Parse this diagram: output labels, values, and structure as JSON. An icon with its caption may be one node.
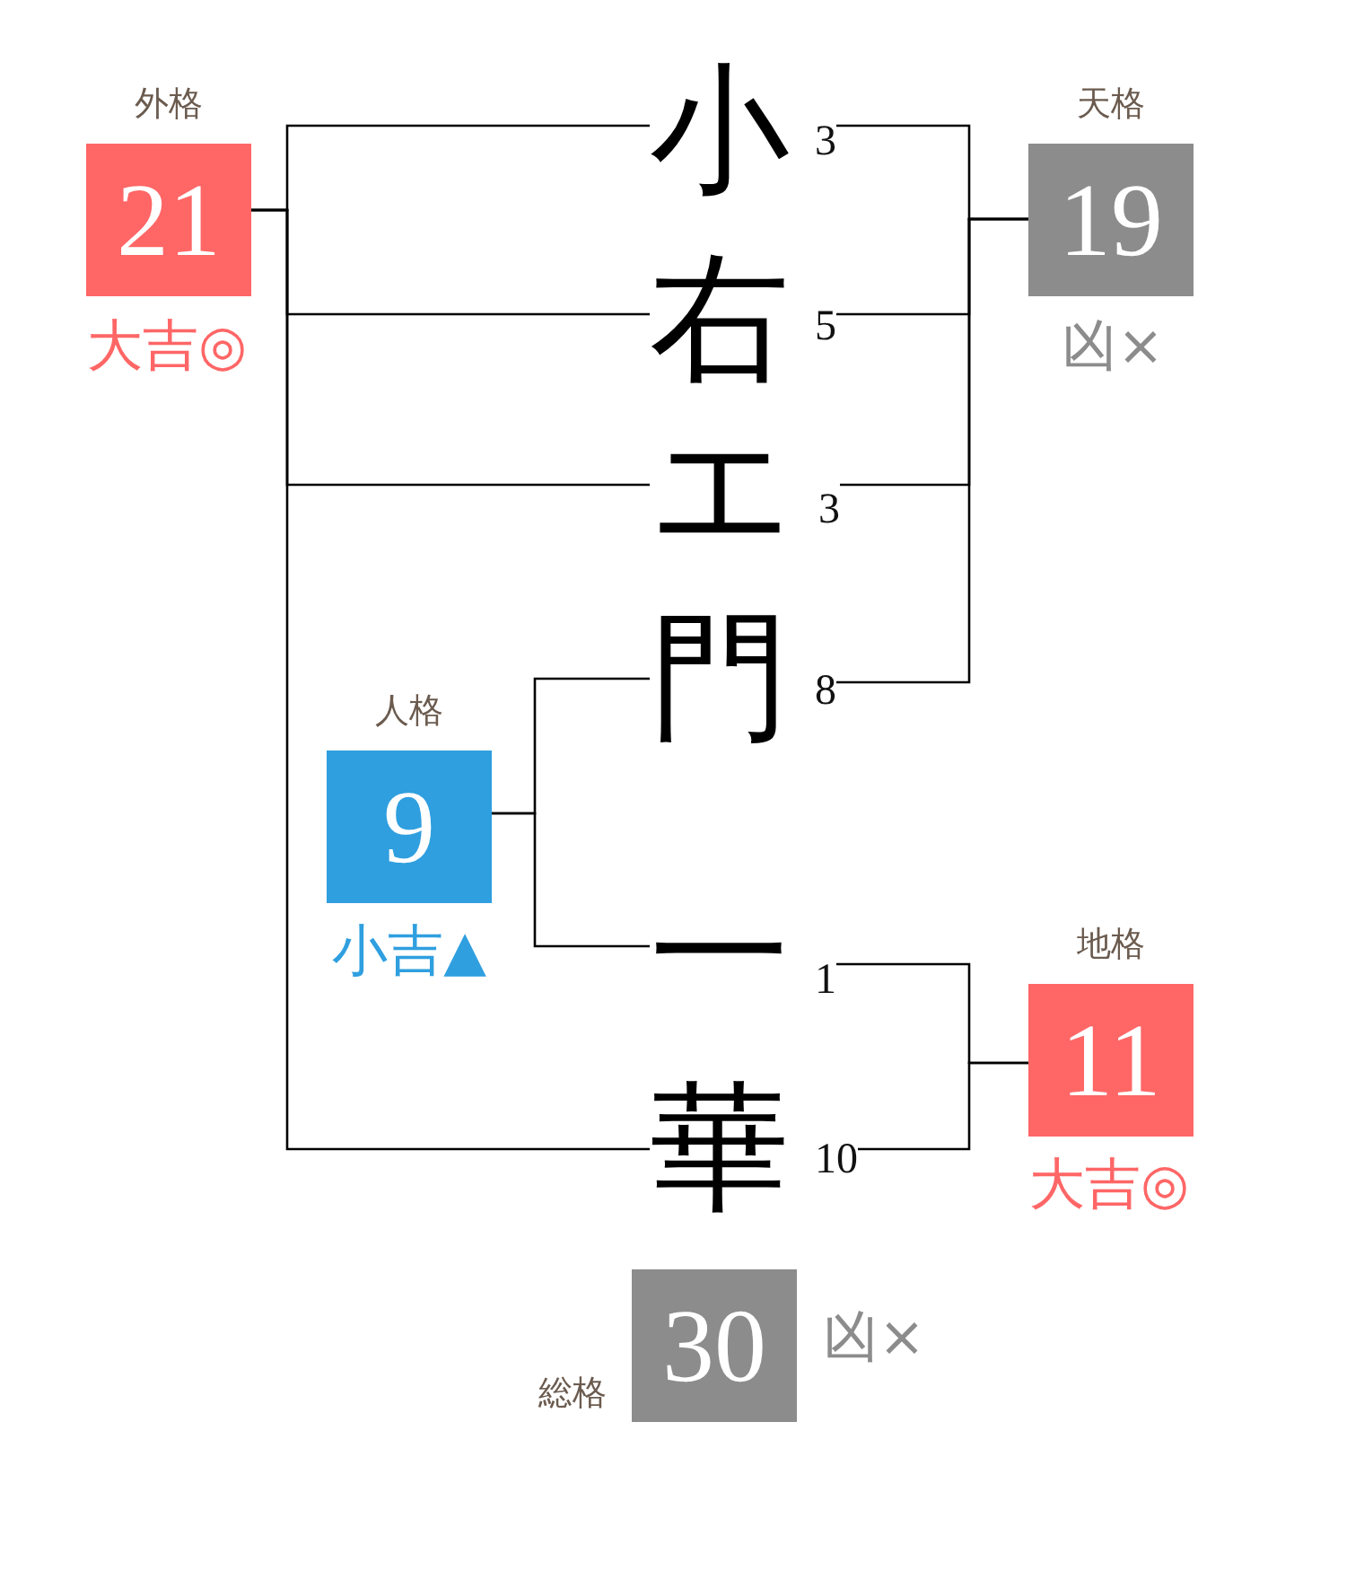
{
  "diagram": {
    "nodes": [
      {
        "text": [
          "小"
        ],
        "beside": [
          "3"
        ]
      },
      {
        "text": [
          "右"
        ],
        "beside": [
          "5"
        ]
      },
      {
        "text": [
          "エ"
        ],
        "beside": [
          "3"
        ]
      },
      {
        "text": [
          "門"
        ],
        "beside": [
          "8"
        ]
      },
      {
        "text": [
          "一"
        ],
        "beside": [
          "1"
        ]
      },
      {
        "text": [
          "華"
        ],
        "beside": [
          "10"
        ]
      },
      {
        "text": [
          "外格",
          "21"
        ],
        "beside": [
          "大吉◎"
        ]
      },
      {
        "text": [
          "天格",
          "19"
        ],
        "beside": [
          "凶×"
        ]
      },
      {
        "text": [
          "人格",
          "9"
        ],
        "beside": [
          "小吉▲"
        ]
      },
      {
        "text": [
          "地格",
          "11"
        ],
        "beside": [
          "大吉◎"
        ]
      },
      {
        "text": [
          "総格",
          "30"
        ],
        "beside": [
          "凶×"
        ]
      }
    ],
    "edges": [
      {
        "from": 0,
        "to": 7,
        "arrow": "none"
      },
      {
        "from": 1,
        "to": 7,
        "arrow": "none"
      },
      {
        "from": 2,
        "to": 7,
        "arrow": "none"
      },
      {
        "from": 3,
        "to": 7,
        "arrow": "none"
      },
      {
        "from": 0,
        "to": 6,
        "arrow": "none"
      },
      {
        "from": 1,
        "to": 6,
        "arrow": "none"
      },
      {
        "from": 2,
        "to": 6,
        "arrow": "none"
      },
      {
        "from": 5,
        "to": 6,
        "arrow": "none"
      },
      {
        "from": 3,
        "to": 8,
        "arrow": "none"
      },
      {
        "from": 4,
        "to": 8,
        "arrow": "none"
      },
      {
        "from": 4,
        "to": 9,
        "arrow": "none"
      },
      {
        "from": 5,
        "to": 9,
        "arrow": "none"
      }
    ]
  }
}
